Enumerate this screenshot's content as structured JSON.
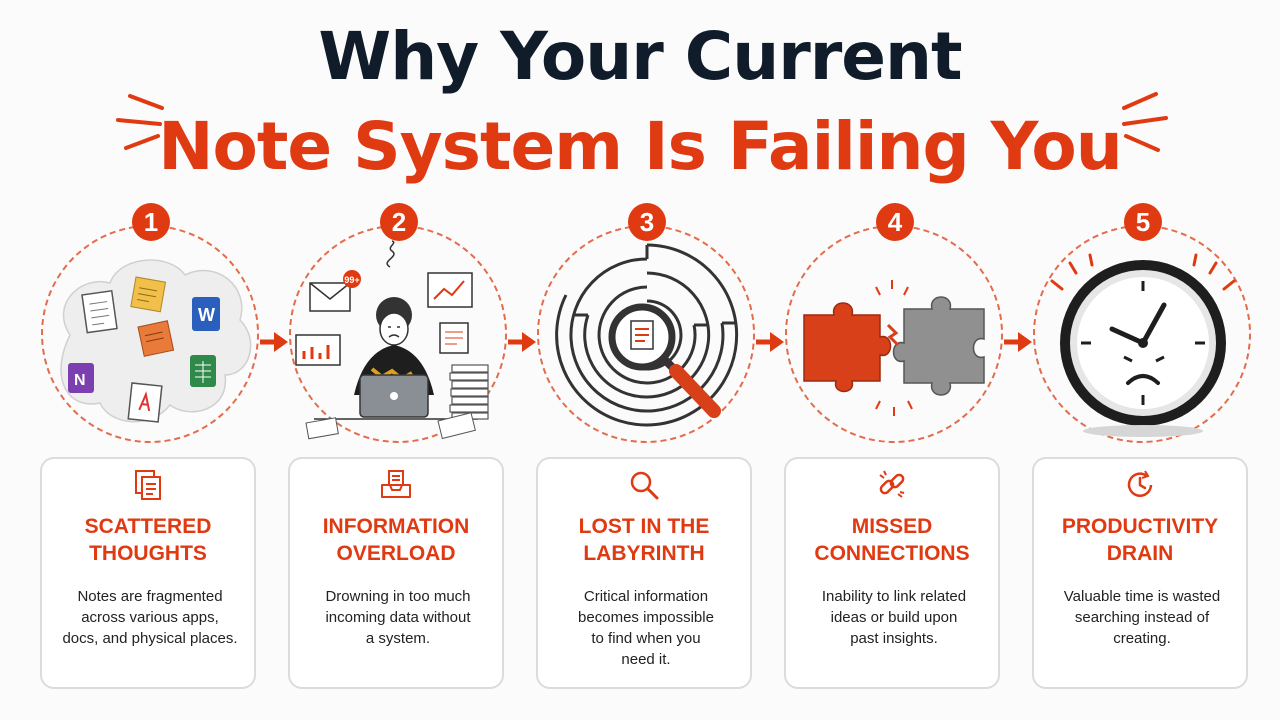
{
  "title": {
    "line1": "Why Your Current",
    "line2": "Note System Is Failing You"
  },
  "colors": {
    "accent": "#e03a12",
    "dark": "#111c2b",
    "dash": "#e46b4c"
  },
  "steps": [
    {
      "number": "1",
      "title": "SCATTERED\nTHOUGHTS",
      "text": "Notes are fragmented\nacross various apps,\ndocs, and physical places.",
      "icon": "stacked-documents-icon",
      "illustration": "scattered-app-files"
    },
    {
      "number": "2",
      "title": "INFORMATION\nOVERLOAD",
      "text": "Drowning in too much\nincoming data without\na system.",
      "icon": "inbox-overflow-icon",
      "illustration": "overwhelmed-person",
      "badge": "99+"
    },
    {
      "number": "3",
      "title": "LOST IN THE\nLABYRINTH",
      "text": "Critical information\nbecomes impossible\nto find when you\nneed it.",
      "icon": "magnifier-icon",
      "illustration": "maze-with-magnifier"
    },
    {
      "number": "4",
      "title": "MISSED\nCONNECTIONS",
      "text": "Inability to link related\nideas or build upon\npast insights.",
      "icon": "broken-link-icon",
      "illustration": "broken-puzzle-pieces"
    },
    {
      "number": "5",
      "title": "PRODUCTIVITY\nDRAIN",
      "text": "Valuable time is wasted\nsearching instead of\ncreating.",
      "icon": "clock-refresh-icon",
      "illustration": "sad-clock"
    }
  ]
}
